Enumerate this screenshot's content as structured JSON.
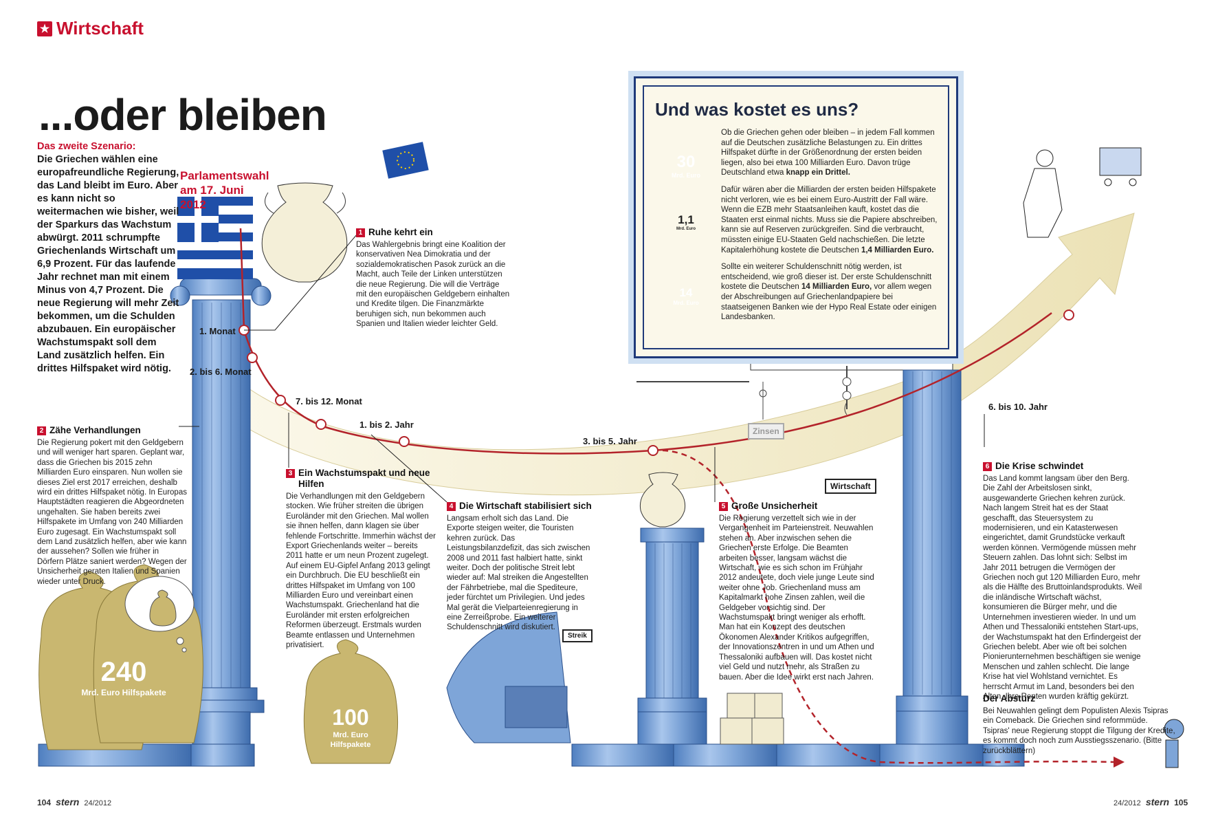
{
  "section": "Wirtschaft",
  "headline": "...oder bleiben",
  "intro": {
    "lead": "Das zweite Szenario:",
    "text": "Die Griechen wählen eine europafreundliche Regierung, das Land bleibt im Euro. Aber es kann nicht so weitermachen wie bisher, weil der Sparkurs das Wachstum abwürgt. 2011 schrumpfte Griechenlands Wirtschaft um 6,9 Prozent. Für das laufende Jahr rechnet man mit einem Minus von 4,7 Prozent. Die neue Regierung will mehr Zeit bekommen, um die Schulden abzubauen. Ein europäischer Wachstumspakt soll dem Land zusätzlich helfen. Ein drittes Hilfspaket wird nötig."
  },
  "election_label": "Parlamentswahl am 17. Juni 2012",
  "timeline": {
    "m1": "1. Monat",
    "m2": "2. bis 6. Monat",
    "m3": "7. bis 12. Monat",
    "y1": "1. bis 2. Jahr",
    "y3": "3. bis 5. Jahr",
    "y6": "6. bis 10. Jahr"
  },
  "steps": [
    {
      "num": "1",
      "title": "Ruhe kehrt ein",
      "text": "Das Wahlergebnis bringt eine Koalition der konservativen Nea Dimokratia und der sozialdemokratischen Pasok zurück an die Macht, auch Teile der Linken unterstützen die neue Regierung. Die will die Verträge mit den europäischen Geldgebern einhalten und Kredite tilgen. Die Finanzmärkte beruhigen sich, nun bekommen auch Spanien und Italien wieder leichter Geld."
    },
    {
      "num": "2",
      "title": "Zähe Verhandlungen",
      "text": "Die Regierung pokert mit den Geldgebern und will weniger hart sparen. Geplant war, dass die Griechen bis 2015 zehn Milliarden Euro einsparen. Nun wollen sie dieses Ziel erst 2017 erreichen, deshalb wird ein drittes Hilfspaket nötig. In Europas Hauptstädten reagieren die Abgeordneten ungehalten. Sie haben bereits zwei Hilfspakete im Umfang von 240 Milliarden Euro zugesagt. Ein Wachstumspakt soll dem Land zusätzlich helfen, aber wie kann der aussehen? Sollen wie früher in Dörfern Plätze saniert werden? Wegen der Unsicherheit geraten Italien und Spanien wieder unter Druck."
    },
    {
      "num": "3",
      "title": "Ein Wachstumspakt und neue Hilfen",
      "text": "Die Verhandlungen mit den Geldgebern stocken. Wie früher streiten die übrigen Euroländer mit den Griechen. Mal wollen sie ihnen helfen, dann klagen sie über fehlende Fortschritte. Immerhin wächst der Export Griechenlands weiter – bereits 2011 hatte er um neun Prozent zugelegt. Auf einem EU-Gipfel Anfang 2013 gelingt ein Durchbruch. Die EU beschließt ein drittes Hilfspaket im Umfang von 100 Milliarden Euro und vereinbart einen Wachstumspakt. Griechenland hat die Euroländer mit ersten erfolgreichen Reformen überzeugt. Erstmals wurden Beamte entlassen und Unternehmen privatisiert."
    },
    {
      "num": "4",
      "title": "Die Wirtschaft stabilisiert sich",
      "text": "Langsam erholt sich das Land. Die Exporte steigen weiter, die Touristen kehren zurück. Das Leistungsbilanzdefizit, das sich zwischen 2008 und 2011 fast halbiert hatte, sinkt weiter. Doch der politische Streit lebt wieder auf: Mal streiken die Angestellten der Fährbetriebe, mal die Spediteure, jeder fürchtet um Privilegien. Und jedes Mal gerät die Vielparteienregierung in eine Zerreißprobe. Ein weiterer Schuldenschnitt wird diskutiert."
    },
    {
      "num": "5",
      "title": "Große Unsicherheit",
      "text": "Die Regierung verzettelt sich wie in der Vergangenheit im Parteienstreit. Neuwahlen stehen an. Aber inzwischen sehen die Griechen erste Erfolge. Die Beamten arbeiten besser, langsam wächst die Wirtschaft, wie es sich schon im Frühjahr 2012 andeutete, doch viele junge Leute sind weiter ohne Job. Griechenland muss am Kapitalmarkt hohe Zinsen zahlen, weil die Geldgeber vorsichtig sind. Der Wachstumspakt bringt weniger als erhofft. Man hat ein Konzept des deutschen Ökonomen Alexander Kritikos aufgegriffen, der Innovationszentren in und um Athen und Thessaloniki aufbauen will. Das kostet nicht viel Geld und nutzt mehr, als Straßen zu bauen. Aber die Idee wirkt erst nach Jahren."
    },
    {
      "num": "6",
      "title": "Die Krise schwindet",
      "text": "Das Land kommt langsam über den Berg. Die Zahl der Arbeitslosen sinkt, ausgewanderte Griechen kehren zurück. Nach langem Streit hat es der Staat geschafft, das Steuersystem zu modernisieren, und ein Katasterwesen eingerichtet, damit Grundstücke verkauft werden können. Vermögende müssen mehr Steuern zahlen. Das lohnt sich: Selbst im Jahr 2011 betrugen die Vermögen der Griechen noch gut 120 Milliarden Euro, mehr als die Hälfte des Bruttoinlandsprodukts. Weil die inländische Wirtschaft wächst, konsumieren die Bürger mehr, und die Unternehmen investieren wieder. In und um Athen und Thessaloniki entstehen Start-ups, der Wachstumspakt hat den Erfindergeist der Griechen belebt. Aber wie oft bei solchen Pionierunternehmen beschäftigen sie wenige Menschen und zahlen schlecht. Die lange Krise hat viel Wohlstand vernichtet. Es herrscht Armut im Land, besonders bei den Alten. Ihre Renten wurden kräftig gekürzt."
    }
  ],
  "absturz": {
    "title": "Der Absturz",
    "text": "Bei Neuwahlen gelingt dem Populisten Alexis Tsipras ein Comeback. Die Griechen sind reformmüde. Tsipras' neue Regierung stoppt die Tilgung der Kredite, es kommt doch noch zum Ausstiegsszenario. (Bitte zurückblättern)"
  },
  "costbox": {
    "title": "Und was kostet es uns?",
    "p1": "Ob die Griechen gehen oder bleiben – in jedem Fall kommen auf die Deutschen zusätzliche Belastungen zu. Ein drittes Hilfspaket dürfte in der Größenordnung der ersten beiden liegen, also bei etwa 100 Milliarden Euro. Davon trüge Deutschland etwa",
    "p1b": "knapp ein Drittel.",
    "p2": "Dafür wären aber die Milliarden der ersten beiden Hilfspakete nicht verloren, wie es bei einem Euro-Austritt der Fall wäre. Wenn die EZB mehr Staatsanleihen kauft, kostet das die Staaten erst einmal nichts. Muss sie die Papiere abschreiben, kann sie auf Reserven zurückgreifen. Sind die verbraucht, müssten einige EU-Staaten Geld nachschießen. Die letzte Kapitalerhöhung kostete die Deutschen",
    "p2b": "1,4 Milliarden Euro.",
    "p3": "Sollte ein weiterer Schuldenschnitt nötig werden, ist entscheidend, wie groß dieser ist. Der erste Schuldenschnitt kostete die Deutschen",
    "p3b": "14 Milliarden Euro,",
    "p3c": "vor allem wegen der Abschreibungen auf Griechenlandpapiere bei staatseigenen Banken wie der Hypo Real Estate oder einigen Landesbanken.",
    "sack1_value": "30",
    "sack1_unit": "Mrd. Euro",
    "sack2_value": "1,1",
    "sack2_unit": "Mrd. Euro",
    "sack3_value": "14",
    "sack3_unit": "Mrd. Euro"
  },
  "sacks": {
    "big_value": "240",
    "big_unit": "Mrd. Euro Hilfspakete",
    "small_value": "100",
    "small_unit": "Mrd. Euro Hilfspakete"
  },
  "signs": {
    "zinsen": "Zinsen",
    "wirtschaft": "Wirtschaft",
    "streik": "Streik"
  },
  "footer": {
    "left_page": "104",
    "left_mag": "stern",
    "left_issue": "24/2012",
    "right_page": "105",
    "right_mag": "stern",
    "right_issue": "24/2012"
  },
  "colors": {
    "accent": "#c8102e",
    "column": "#7fa6d8",
    "arrow": "#f2edd2",
    "sack": "#c9b770",
    "navy": "#1f3a7a"
  }
}
